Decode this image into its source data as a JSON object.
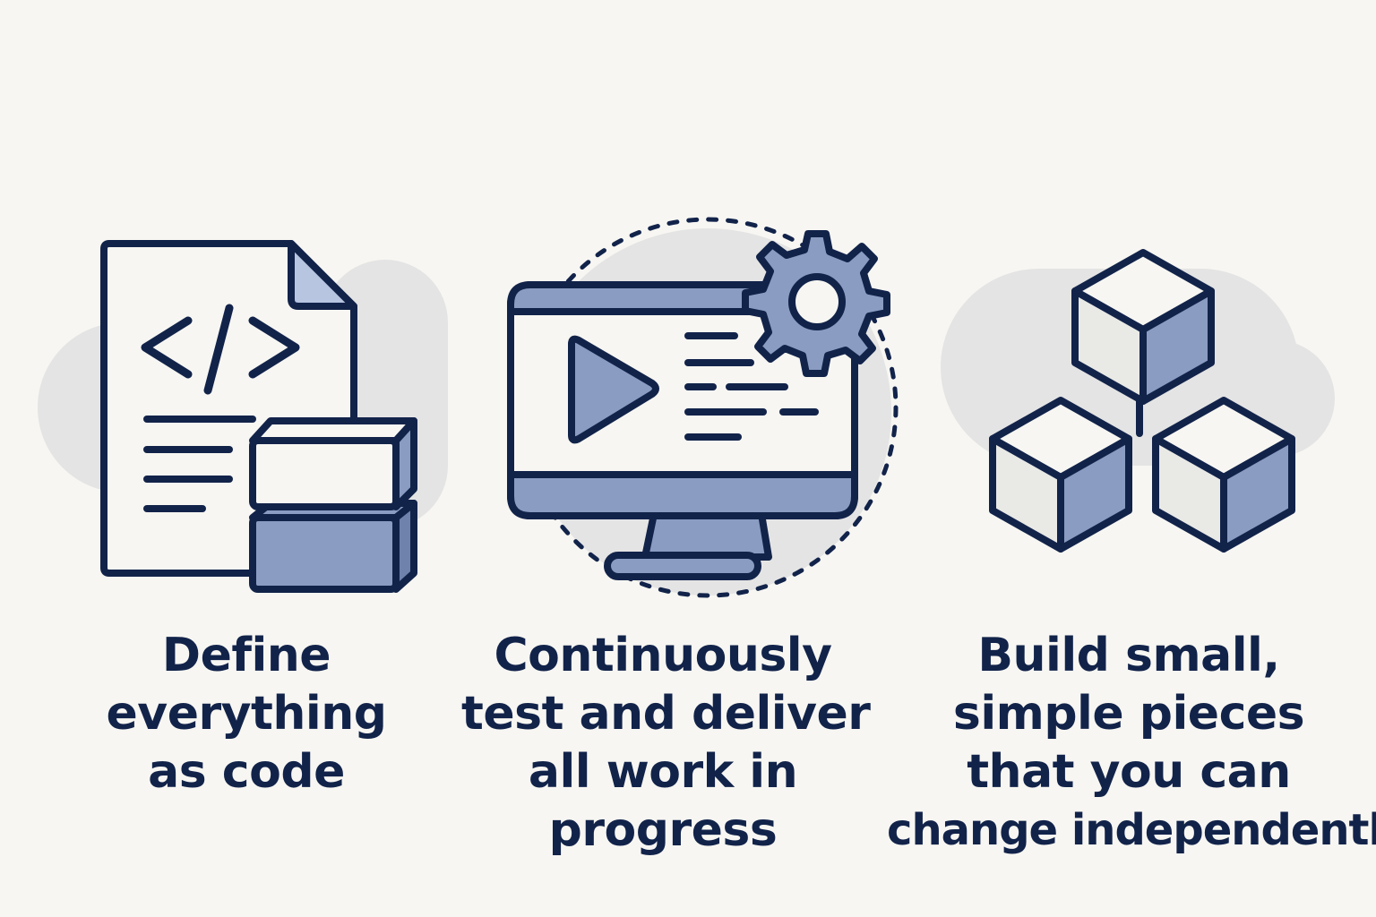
{
  "colors": {
    "background": "#f7f6f2",
    "ink": "#12234a",
    "accent_fill": "#8a9cc1",
    "light_fill": "#b7c5e0",
    "blob": "#e4e4e4"
  },
  "items": [
    {
      "icon": "code-document-blocks-icon",
      "caption_lines": [
        "Define",
        "everything",
        "as code"
      ]
    },
    {
      "icon": "monitor-play-gear-icon",
      "caption_lines": [
        "Continuously",
        "test and deliver",
        "all work in",
        "progress"
      ]
    },
    {
      "icon": "three-cubes-icon",
      "caption_lines": [
        "Build small,",
        "simple pieces",
        "that you can",
        "change independently"
      ]
    }
  ]
}
